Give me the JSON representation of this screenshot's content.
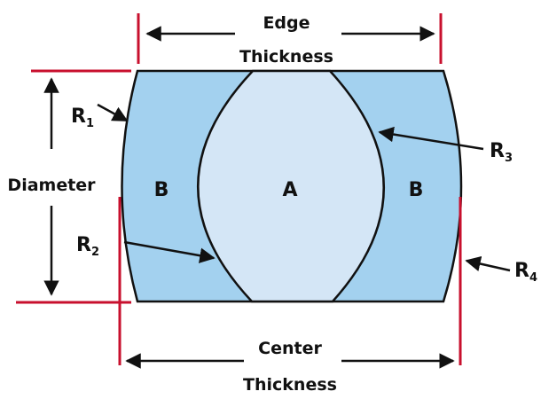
{
  "labels": {
    "edge_thickness_line1": "Edge",
    "edge_thickness_line2": "Thickness",
    "center_thickness_line1": "Center",
    "center_thickness_line2": "Thickness",
    "diameter": "Diameter",
    "region_a": "A",
    "region_b_left": "B",
    "region_b_right": "B",
    "r1_letter": "R",
    "r1_sub": "1",
    "r2_letter": "R",
    "r2_sub": "2",
    "r3_letter": "R",
    "r3_sub": "3",
    "r4_letter": "R",
    "r4_sub": "4"
  },
  "colors": {
    "outer_element": "#a3d1ef",
    "inner_element": "#d4e6f6",
    "outline": "#111111",
    "dimension_marker": "#c8102e"
  }
}
